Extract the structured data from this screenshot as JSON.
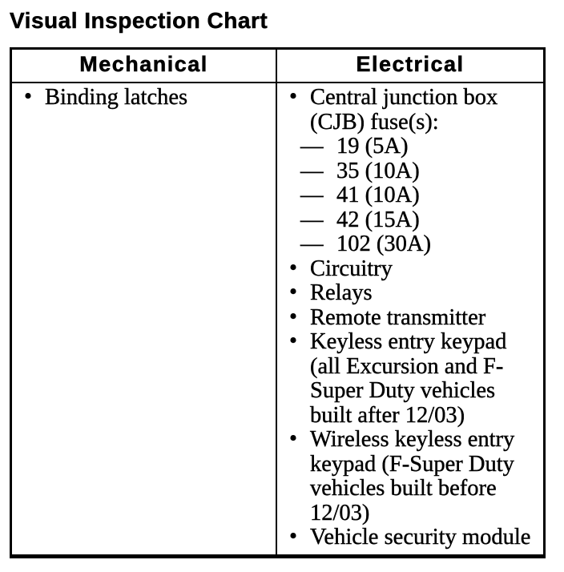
{
  "page_title": "Visual Inspection Chart",
  "colors": {
    "ink": "#000000",
    "paper": "#ffffff"
  },
  "table": {
    "bullet_marker": "•",
    "sub_marker": "—",
    "columns": [
      {
        "header": "Mechanical",
        "items": [
          {
            "text": "Binding latches"
          }
        ]
      },
      {
        "header": "Electrical",
        "items": [
          {
            "text": "Central junction box (CJB) fuse(s):",
            "subitems": [
              "19 (5A)",
              "35 (10A)",
              "41 (10A)",
              "42 (15A)",
              "102 (30A)"
            ]
          },
          {
            "text": "Circuitry"
          },
          {
            "text": "Relays"
          },
          {
            "text": "Remote transmitter"
          },
          {
            "text": "Keyless entry keypad (all Excursion and F-Super Duty vehicles built after 12/03)"
          },
          {
            "text": "Wireless keyless entry keypad (F-Super Duty vehicles built before 12/03)"
          },
          {
            "text": "Vehicle security module"
          }
        ]
      }
    ]
  }
}
